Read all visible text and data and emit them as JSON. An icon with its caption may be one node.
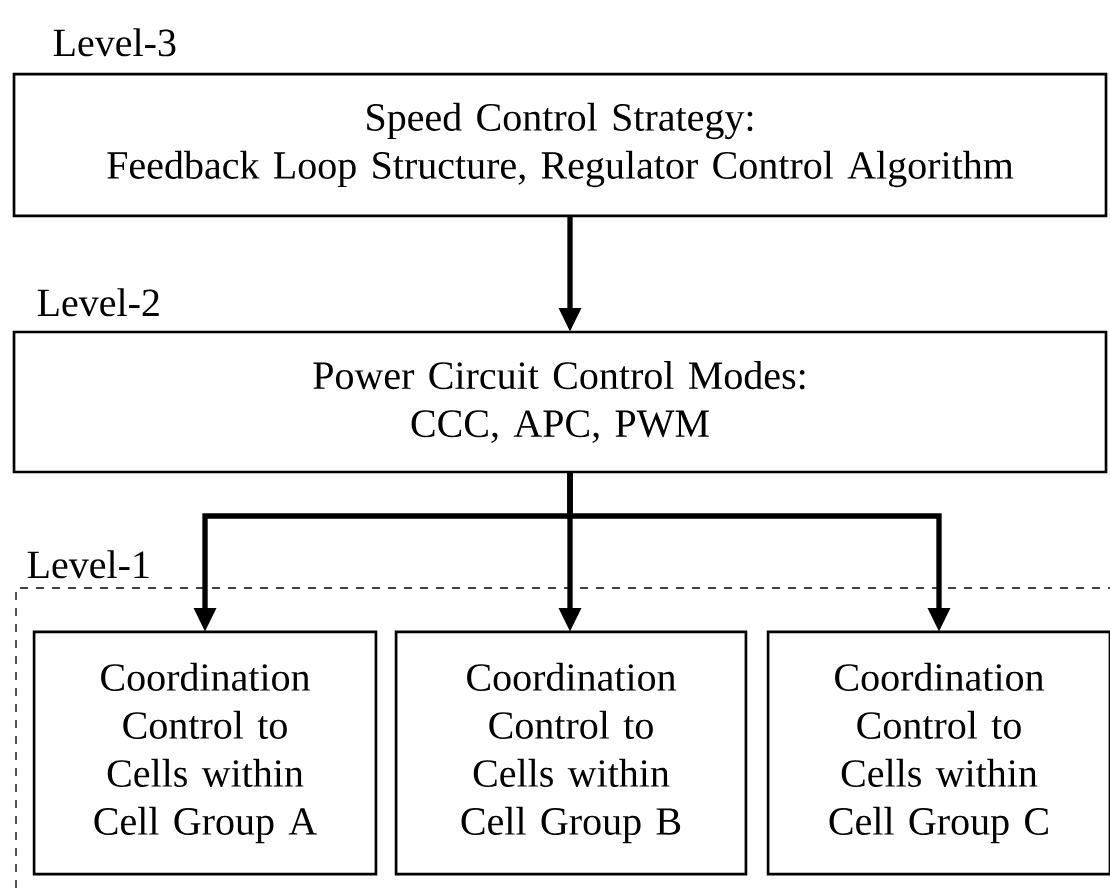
{
  "diagram": {
    "nodes": [
      {
        "text": [
          "Level-3",
          "Speed Control Strategy:",
          "Feedback Loop Structure, Regulator Control Algorithm"
        ]
      },
      {
        "text": [
          "Level-2",
          "Power Circuit Control Modes:",
          "CCC, APC, PWM"
        ]
      },
      {
        "text": [
          "Level-1"
        ]
      },
      {
        "text": [
          "Coordination Control to Cells within Cell Group A"
        ],
        "in": 2
      },
      {
        "text": [
          "Coordination Control to Cells within Cell Group B"
        ],
        "in": 2
      },
      {
        "text": [
          "Coordination Control to Cells within Cell Group C"
        ],
        "in": 2
      }
    ],
    "edges": [
      {
        "from": 0,
        "to": 1,
        "arrow": "to"
      },
      {
        "from": 1,
        "to": 3,
        "arrow": "to"
      },
      {
        "from": 1,
        "to": 4,
        "arrow": "to"
      },
      {
        "from": 1,
        "to": 5,
        "arrow": "to"
      }
    ]
  }
}
